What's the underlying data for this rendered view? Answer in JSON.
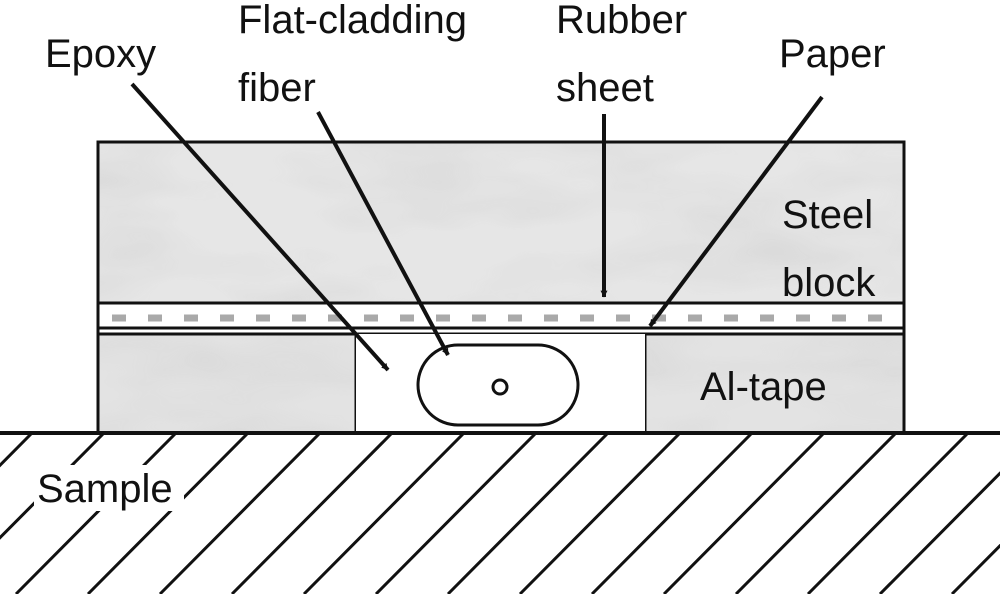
{
  "labels": {
    "epoxy": "Epoxy",
    "flat_cladding_line1": "Flat-cladding",
    "flat_cladding_line2": "fiber",
    "rubber_line1": "Rubber",
    "rubber_line2": "sheet",
    "paper": "Paper",
    "steel_line1": "Steel",
    "steel_line2": "block",
    "al_tape": "Al-tape",
    "sample": "Sample"
  },
  "colors": {
    "outline": "#111111",
    "steel_fill": "#e6e6e6",
    "al_fill": "#e3e3e3",
    "rubber_dash": "#a9a9a9",
    "background": "#ffffff"
  }
}
